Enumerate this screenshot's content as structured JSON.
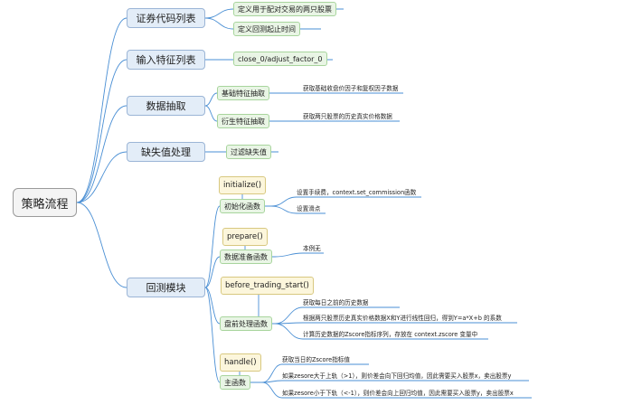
{
  "root": {
    "label": "策略流程"
  },
  "modules": [
    {
      "label": "证券代码列表",
      "items": [
        "定义用于配对交易的两只股票",
        "定义回测起止时间"
      ]
    },
    {
      "label": "输入特征列表",
      "items": [
        "close_0/adjust_factor_0"
      ]
    },
    {
      "label": "数据抽取",
      "children": [
        {
          "label": "基础特征抽取",
          "details": [
            "获取基础收盘价因子和复权因子数据"
          ]
        },
        {
          "label": "衍生特征抽取",
          "details": [
            "获取两只股票的历史真实价格数据"
          ]
        }
      ]
    },
    {
      "label": "缺失值处理",
      "items": [
        "过滤缺失值"
      ]
    },
    {
      "label": "回测模块",
      "children": [
        {
          "label": "初始化函数",
          "code": "initialize()",
          "details": [
            "设置手续费，context.set_commission函数",
            "设置滑点"
          ]
        },
        {
          "label": "数据准备函数",
          "code": "prepare()",
          "details": [
            "本例无"
          ]
        },
        {
          "label": "盘前处理函数",
          "code": "before_trading_start()",
          "details": [
            "获取每日之前的历史数据",
            "根据两只股票历史真实价格数据X和Y进行线性回归，得到Y=a*X+b 的系数",
            "计算历史数据的Zscore指标序列，存放在 context.zscore 变量中"
          ]
        },
        {
          "label": "主函数",
          "code": "handle()",
          "details": [
            "获取当日的Zscore指标值",
            "如果zesore大于上轨（>1），则价差会向下回归均值，因此需要买入股票x，卖出股票y",
            "如果zesore小于下轨（<-1），则价差会向上回归均值，因此需要买入股票y，卖出股票x"
          ]
        }
      ]
    }
  ],
  "colors": {
    "connector": "#4a8fd4",
    "root_fill": "#f4f4f4",
    "main_fill": "#e3edf8",
    "sub_fill": "#e9f5e5",
    "code_fill": "#fcf6dc"
  }
}
